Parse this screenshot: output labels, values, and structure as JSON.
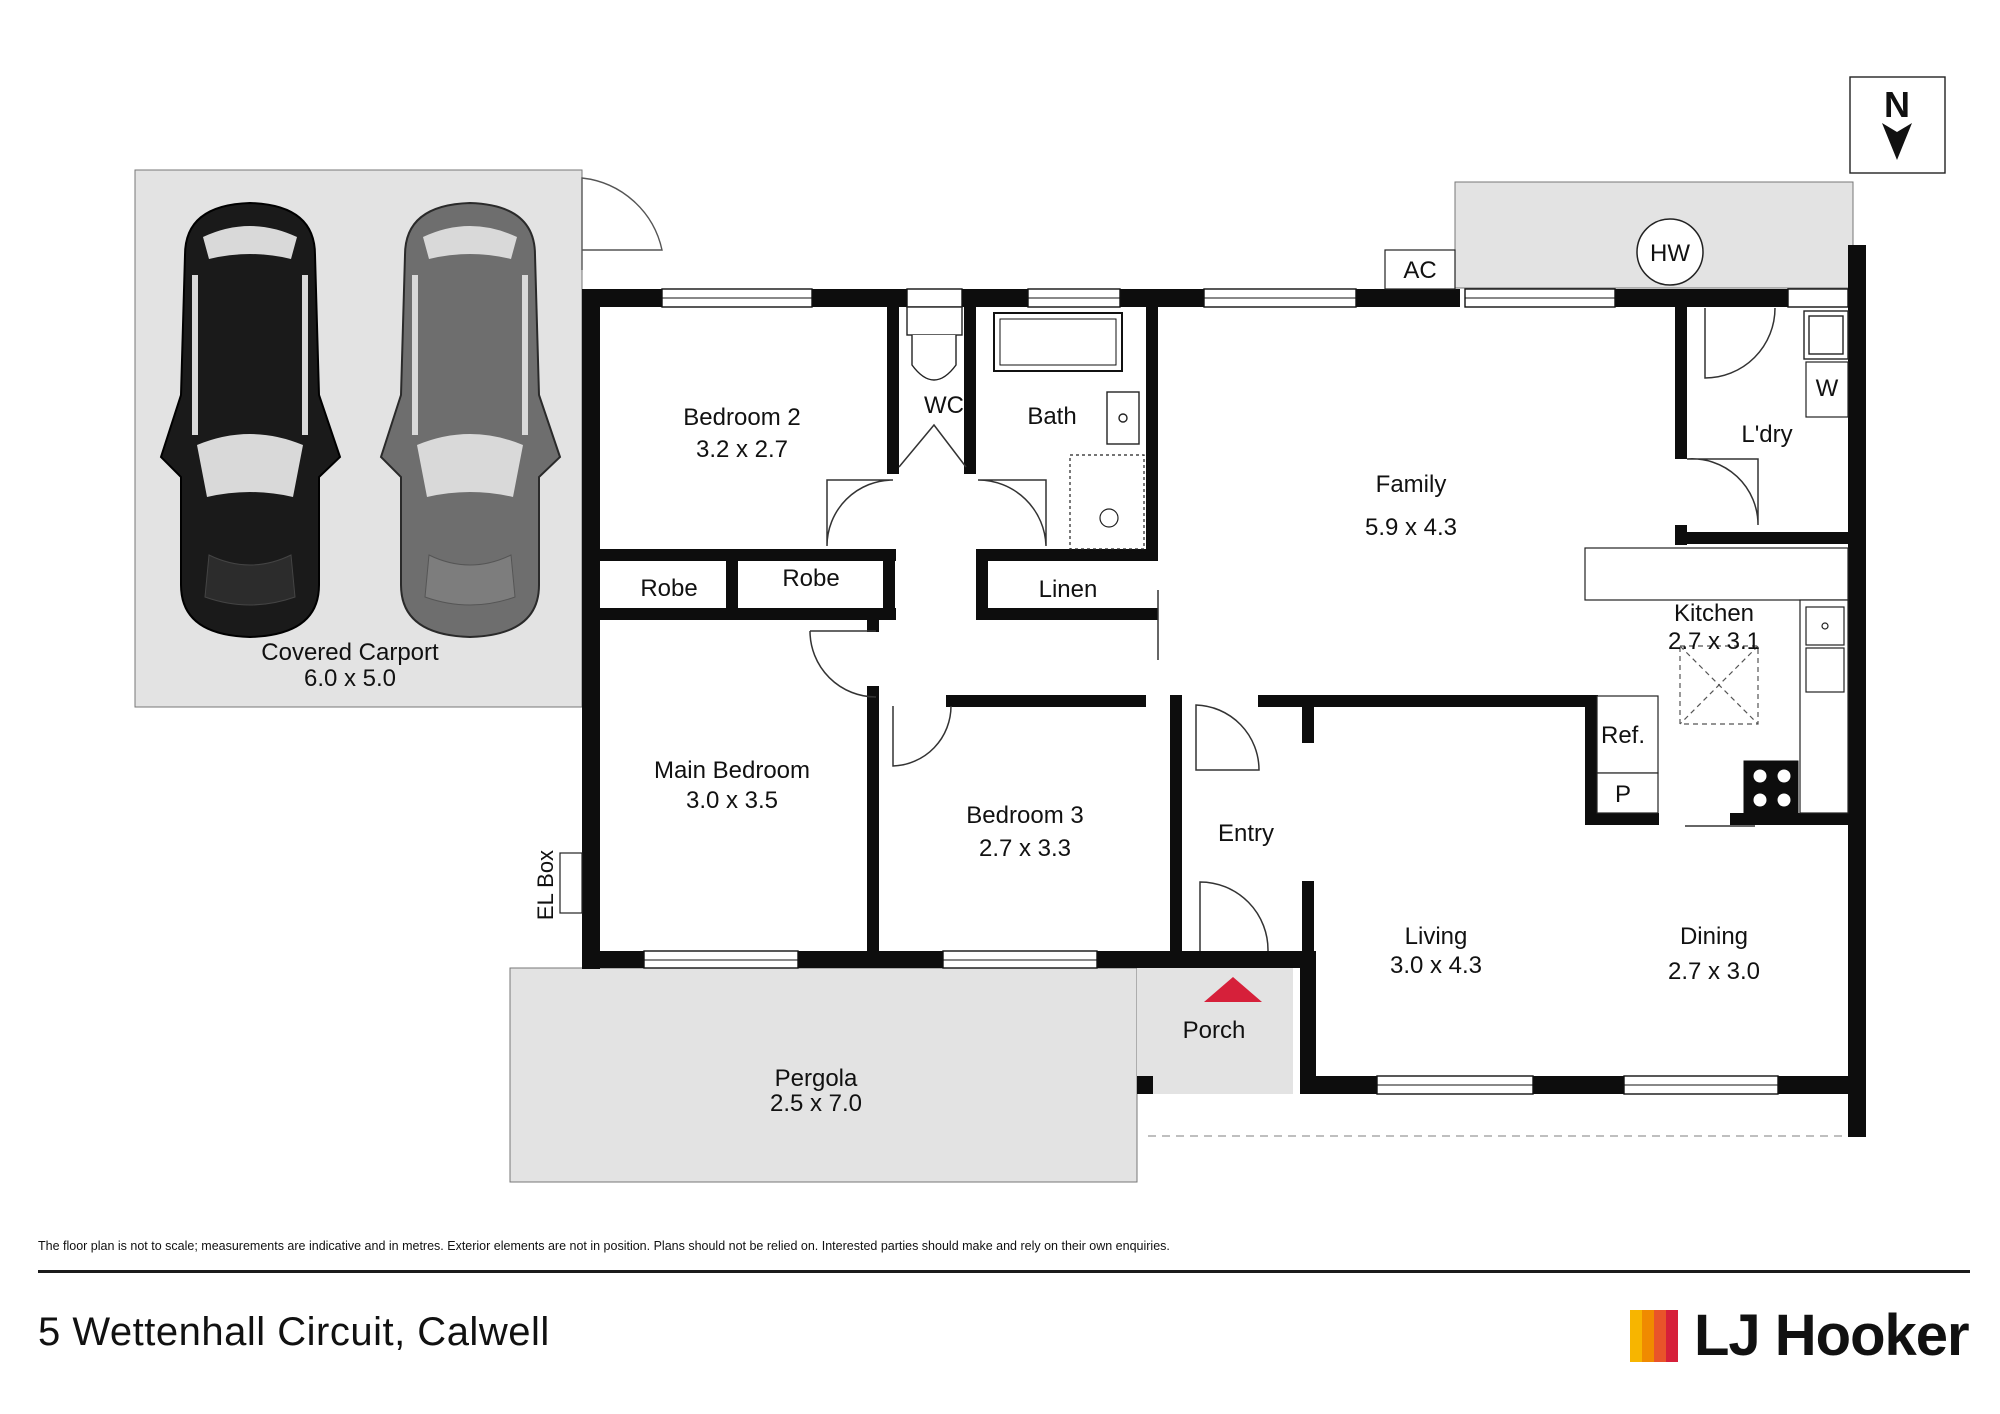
{
  "plan": {
    "compass_label": "N",
    "rooms": {
      "carport_name": "Covered Carport",
      "carport_dims": "6.0 x 5.0",
      "bedroom2_name": "Bedroom 2",
      "bedroom2_dims": "3.2 x 2.7",
      "wc_name": "WC",
      "bath_name": "Bath",
      "robe1_name": "Robe",
      "robe2_name": "Robe",
      "linen_name": "Linen",
      "family_name": "Family",
      "family_dims": "5.9 x 4.3",
      "laundry_name": "L'dry",
      "kitchen_name": "Kitchen",
      "kitchen_dims": "2.7 x 3.1",
      "main_bedroom_name": "Main Bedroom",
      "main_bedroom_dims": "3.0 x 3.5",
      "bedroom3_name": "Bedroom 3",
      "bedroom3_dims": "2.7 x 3.3",
      "entry_name": "Entry",
      "living_name": "Living",
      "living_dims": "3.0 x 4.3",
      "dining_name": "Dining",
      "dining_dims": "2.7 x 3.0",
      "porch_name": "Porch",
      "pergola_name": "Pergola",
      "pergola_dims": "2.5 x 7.0"
    },
    "fixtures": {
      "ac_label": "AC",
      "hw_label": "HW",
      "washer_label": "W",
      "fridge_label": "Ref.",
      "pantry_label": "P",
      "el_box_label": "EL Box"
    },
    "colors": {
      "wall": "#0d0d0d",
      "external_area": "#e3e3e3",
      "car_dark": "#1a1a1a",
      "car_grey": "#6e6e6e",
      "entry_marker": "#d6203a"
    }
  },
  "footer": {
    "disclaimer": "The floor plan is not to scale; measurements are indicative and in metres. Exterior elements are not in position. Plans should not be relied on. Interested parties should make and rely on their own enquiries.",
    "address": "5 Wettenhall Circuit, Calwell",
    "brand_name": "LJ Hooker",
    "brand_colors": [
      "#f7b500",
      "#f08a00",
      "#e9542a",
      "#d6203a"
    ]
  }
}
